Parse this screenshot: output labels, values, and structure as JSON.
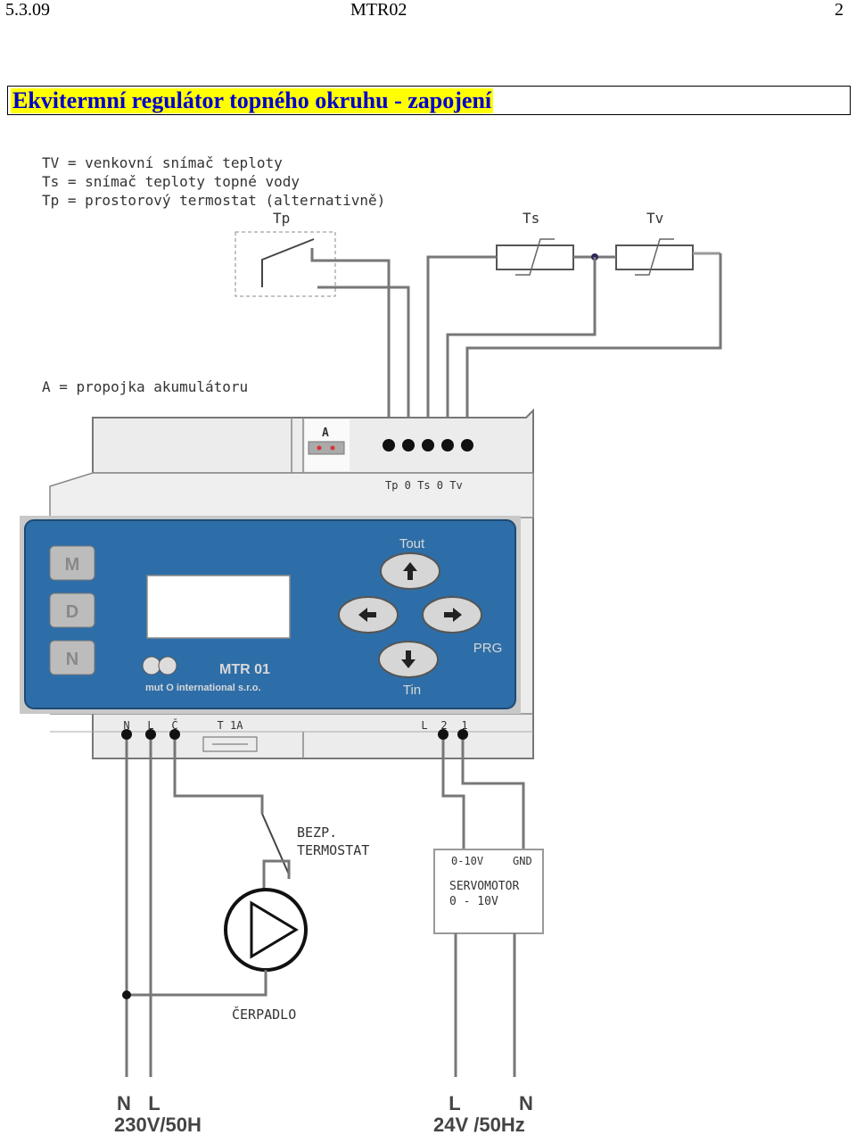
{
  "header": {
    "left": "5.3.09",
    "center": "MTR02",
    "page": "2"
  },
  "title": "Ekvitermní regulátor topného okruhu - zapojení",
  "legend": [
    "TV = venkovní snímač teploty",
    "Ts = snímač teploty topné vody",
    "Tp = prostorový termostat (alternativně)"
  ],
  "sensors": {
    "tp": "Tp",
    "ts": "Ts",
    "tv": "Tv"
  },
  "jumper_note": "A = propojka akumulátoru",
  "jumper_label": "A",
  "top_terminals": "Tp 0 Ts 0 Tv",
  "panel": {
    "buttons": [
      "M",
      "D",
      "N"
    ],
    "tout": "Tout",
    "tin": "Tin",
    "prg": "PRG",
    "model": "MTR 01",
    "company": "mut O international s.r.o."
  },
  "bottom_terminals": {
    "n": "N",
    "l": "L",
    "c": "Č",
    "fuse": "T 1A",
    "l2": "L",
    "two": "2",
    "one": "1"
  },
  "thermostat": [
    "BEZP.",
    "TERMOSTAT"
  ],
  "pump": "ČERPADLO",
  "servo": {
    "in": "0-10V",
    "gnd": "GND",
    "name": "SERVOMOTOR",
    "range": "0 - 10V"
  },
  "supply_left": {
    "n": "N",
    "l": "L",
    "voltage": "230V/50H"
  },
  "supply_right": {
    "l": "L",
    "n": "N",
    "voltage": "24V /50Hz"
  },
  "colors": {
    "title_text": "#0000cc",
    "title_bg": "#ffff00",
    "panel_blue": "#2e6ea8"
  }
}
